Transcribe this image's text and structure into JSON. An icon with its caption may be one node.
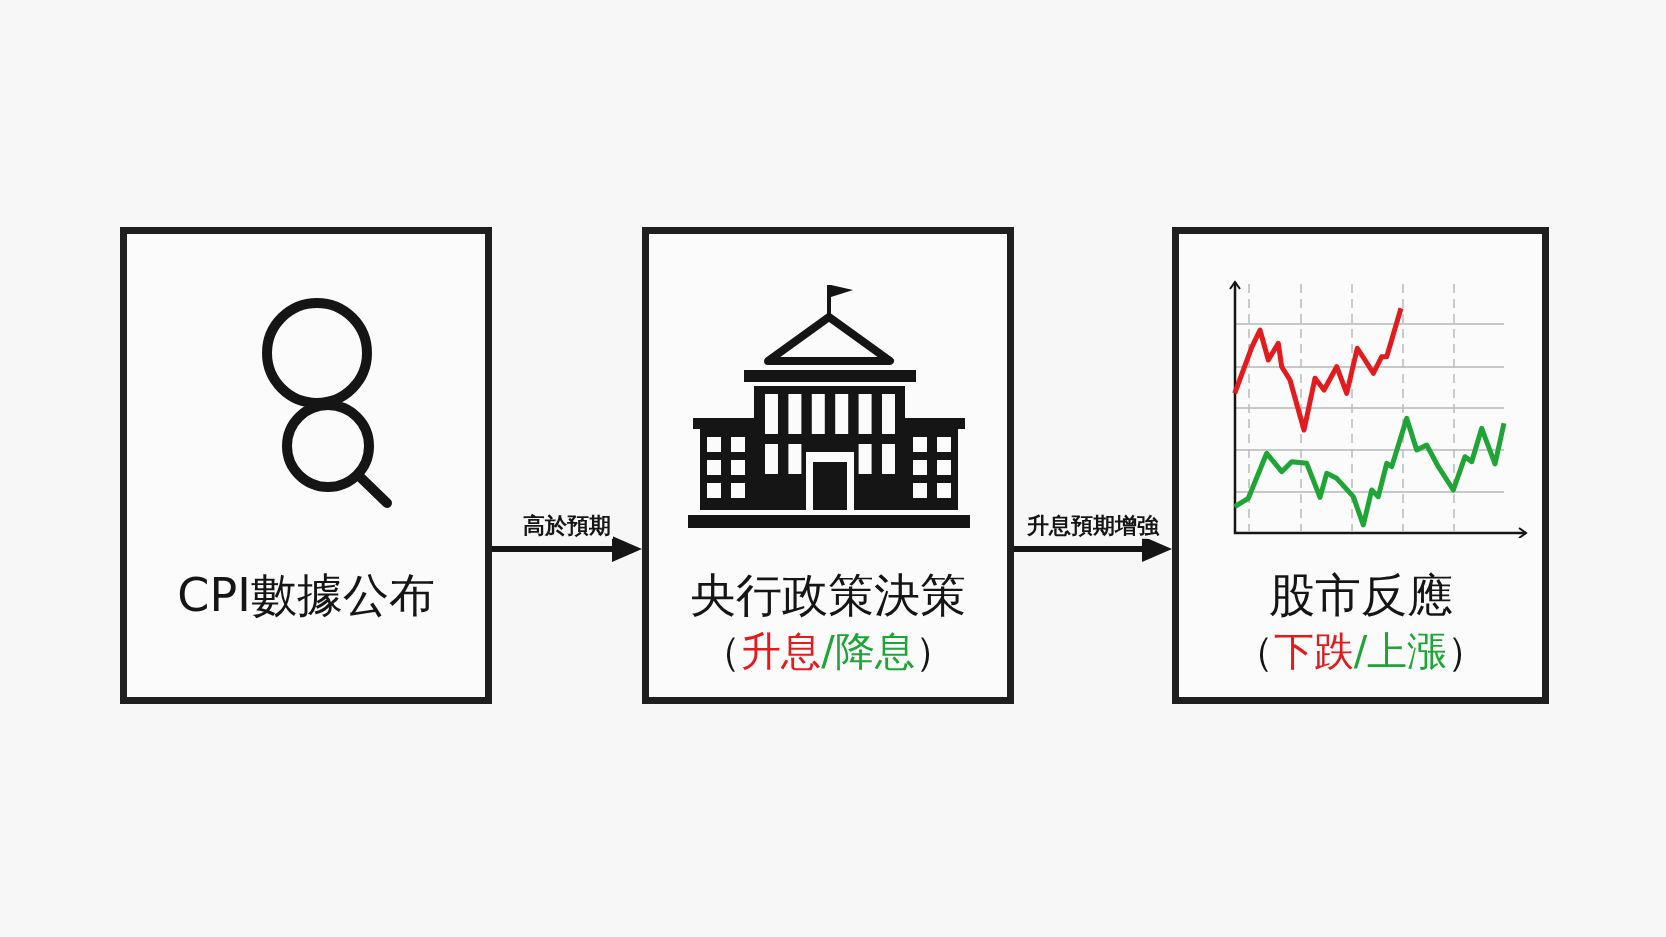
{
  "diagram": {
    "nodes": [
      {
        "text": [
          "CPI數據公布"
        ]
      },
      {
        "text": [
          "央行政策決策",
          "（升息/降息）"
        ]
      },
      {
        "text": [
          "股市反應",
          "（下跌/上漲）"
        ]
      }
    ],
    "edges": [
      {
        "from": 0,
        "to": 1,
        "arrow": "to",
        "label": "高於預期"
      },
      {
        "from": 1,
        "to": 2,
        "arrow": "to",
        "label": "升息預期增強"
      }
    ]
  }
}
